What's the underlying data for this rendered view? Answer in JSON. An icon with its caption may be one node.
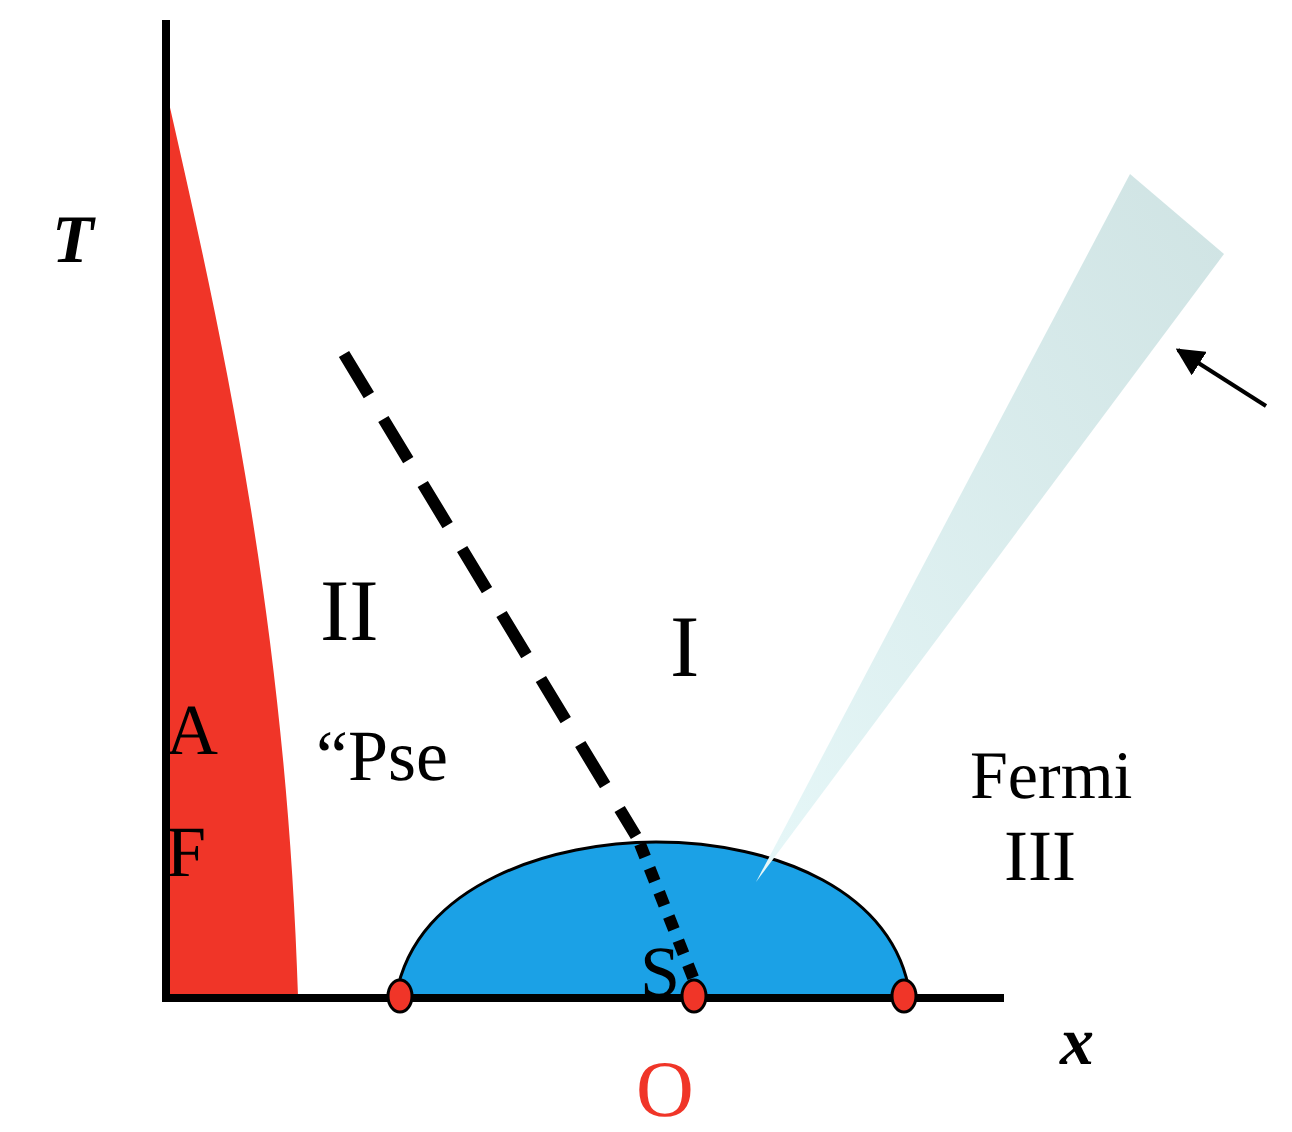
{
  "diagram": {
    "nodes": [
      {
        "text": [
          "A F"
        ]
      },
      {
        "text": [
          "S"
        ]
      },
      {
        "text": [],
        "shape": "triangle"
      }
    ],
    "edges": [
      {
        "from": null,
        "to": 2,
        "arrow": "to"
      }
    ],
    "labels": [
      "T",
      "II",
      "I",
      "“Pse",
      "Fermi",
      "III",
      "x",
      "O"
    ]
  }
}
